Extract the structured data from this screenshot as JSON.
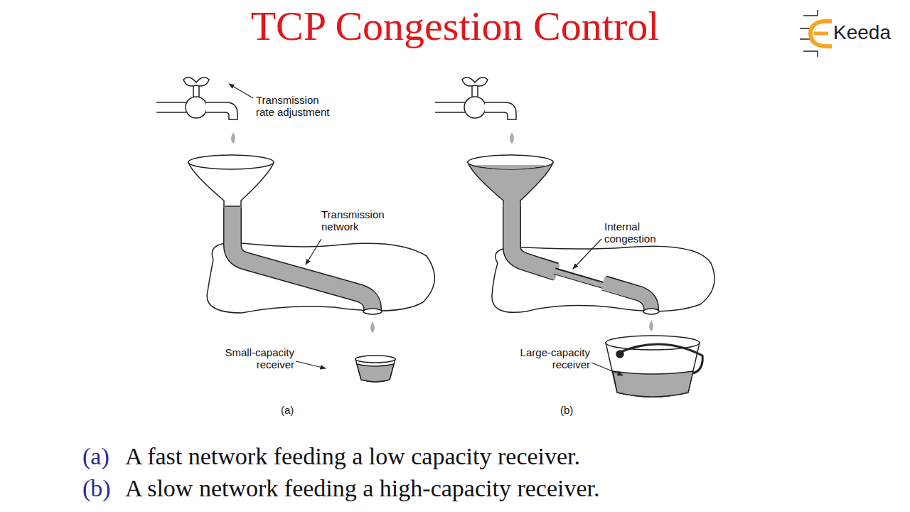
{
  "diagram": {
    "title": "TCP Congestion Control",
    "labels": [
      "Keeda",
      "Transmission rate adjustment",
      "Transmission network",
      "Small-capacity receiver",
      "(a)",
      "Internal congestion",
      "Large-capacity receiver",
      "(b)",
      "(a)",
      "A fast network feeding a low capacity receiver.",
      "(b)",
      "A slow network feeding a high-capacity receiver."
    ]
  }
}
